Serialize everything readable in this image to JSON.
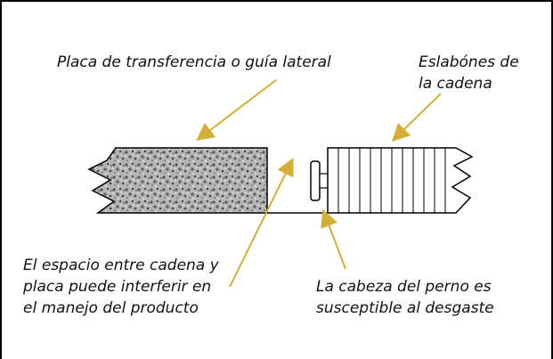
{
  "labels": {
    "plate": "Placa de transferencia o guía lateral",
    "links_line1": "Eslabónes de",
    "links_line2": "la cadena",
    "gap_line1": "El espacio entre cadena y",
    "gap_line2": "placa puede interferir en",
    "gap_line3": "el manejo del producto",
    "pin_line1": "La cabeza del perno es",
    "pin_line2": "susceptible al desgaste"
  },
  "colors": {
    "arrow": "#D4AF37",
    "outline": "#000000",
    "plate_texture": "#9a9a9a"
  }
}
